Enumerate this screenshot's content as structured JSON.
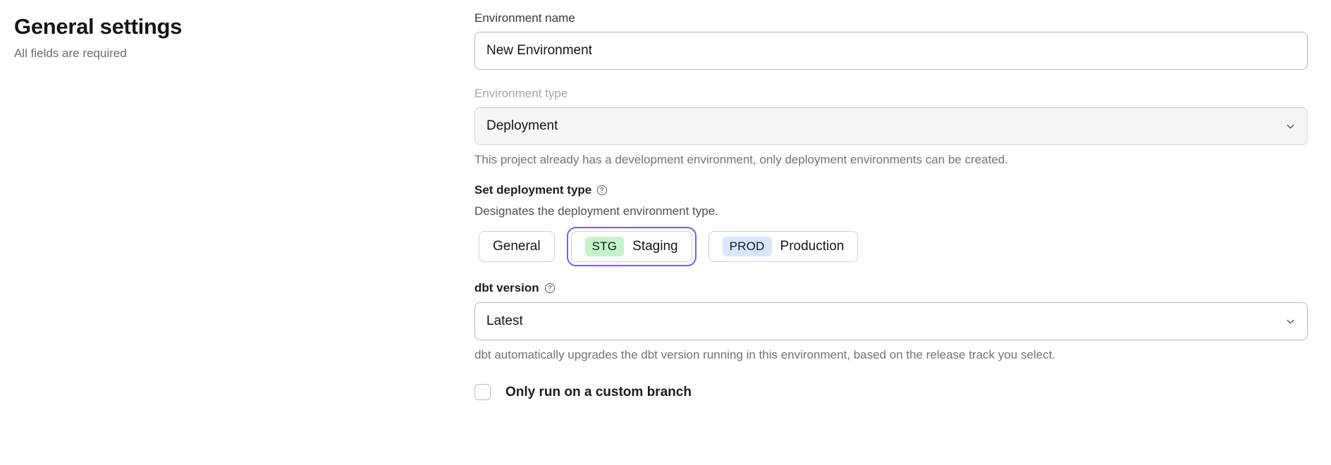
{
  "header": {
    "title": "General settings",
    "subtitle": "All fields are required"
  },
  "form": {
    "environment_name": {
      "label": "Environment name",
      "value": "New Environment",
      "placeholder": "New Environment"
    },
    "environment_type": {
      "label": "Environment type",
      "value": "Deployment",
      "hint": "This project already has a development environment, only deployment environments can be created.",
      "chevron_icon": "chevron-down-icon",
      "disabled": true
    },
    "deployment_type": {
      "label": "Set deployment type",
      "help_icon": "question-circle-icon",
      "description": "Designates the deployment environment type.",
      "selected": "Staging",
      "options": [
        {
          "label": "General",
          "badge": "",
          "badge_color": ""
        },
        {
          "label": "Staging",
          "badge": "STG",
          "badge_color": "#c3f5c8"
        },
        {
          "label": "Production",
          "badge": "PROD",
          "badge_color": "#d6e7fb"
        }
      ]
    },
    "dbt_version": {
      "label": "dbt version",
      "help_icon": "question-circle-icon",
      "value": "Latest",
      "chevron_icon": "chevron-down-icon",
      "hint": "dbt automatically upgrades the dbt version running in this environment, based on the release track you select."
    },
    "custom_branch": {
      "label": "Only run on a custom branch",
      "checked": false
    }
  },
  "colors": {
    "accent": "#7c5cf0",
    "staging_badge": "#c3f5c8",
    "production_badge": "#d6e7fb",
    "text": "#161616",
    "muted_text": "#72727c"
  }
}
